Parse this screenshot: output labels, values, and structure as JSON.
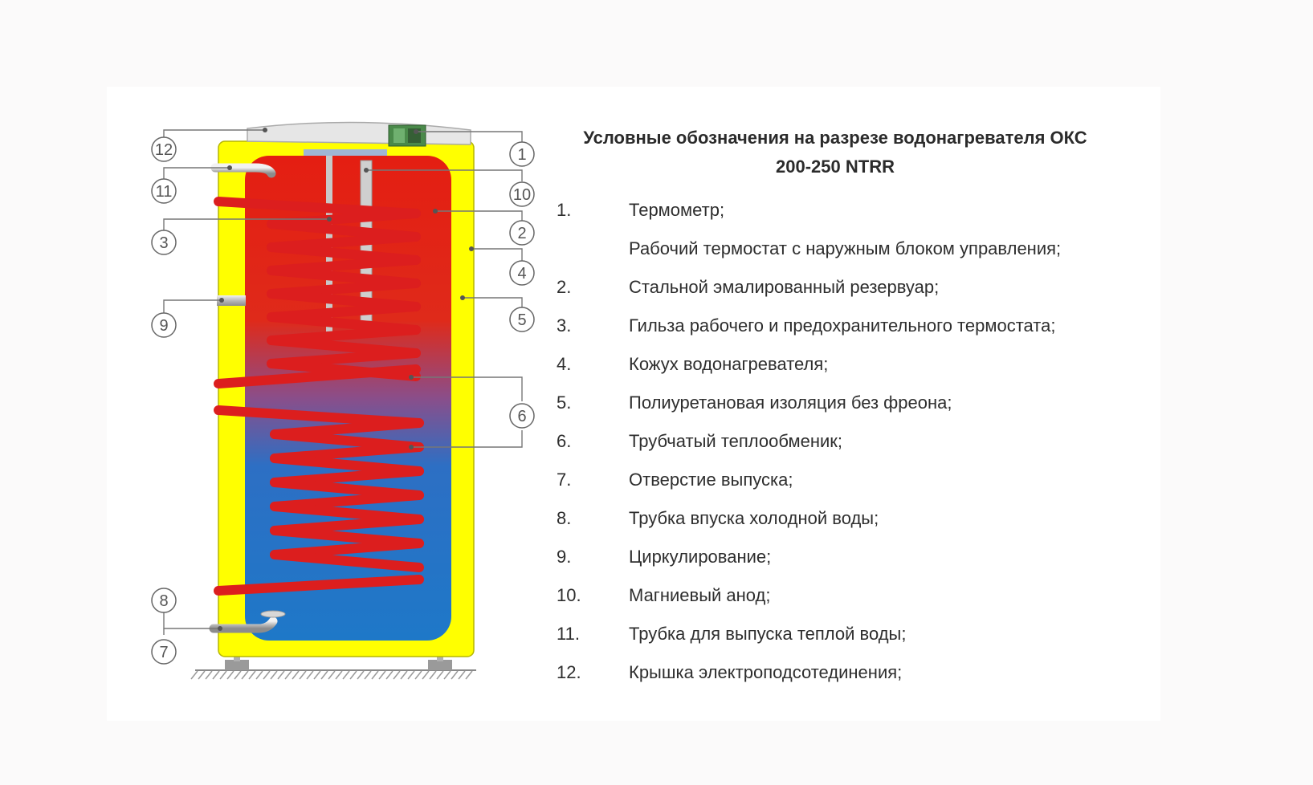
{
  "legend": {
    "title_line1": "Условные обозначения на разрезе водонагревателя ОКС",
    "title_line2": "200-250 NTRR",
    "items": [
      {
        "num": "1.",
        "text": "Термометр;"
      },
      {
        "num": "",
        "text": "Рабочий термостат с наружным блоком управления;"
      },
      {
        "num": "2.",
        "text": "Стальной эмалированный резервуар;"
      },
      {
        "num": "3.",
        "text": "Гильза рабочего и предохранительного термостата;"
      },
      {
        "num": "4.",
        "text": "Кожух водонагревателя;"
      },
      {
        "num": "5.",
        "text": "Полиуретановая изоляция без фреона;"
      },
      {
        "num": "6.",
        "text": "Трубчатый теплообменик;"
      },
      {
        "num": "7.",
        "text": "Отверстие выпуска;"
      },
      {
        "num": "8.",
        "text": "Трубка впуска холодной воды;"
      },
      {
        "num": "9.",
        "text": "Циркулирование;"
      },
      {
        "num": "10.",
        "text": "Магниевый анод;"
      },
      {
        "num": "11.",
        "text": "Трубка для выпуска теплой воды;"
      },
      {
        "num": "12.",
        "text": "Крышка электроподсотединения;"
      }
    ]
  },
  "callouts": {
    "c1": "1",
    "c2": "2",
    "c3": "3",
    "c4": "4",
    "c5": "5",
    "c6": "6",
    "c7": "7",
    "c8": "8",
    "c9": "9",
    "c10": "10",
    "c11": "11",
    "c12": "12"
  },
  "colors": {
    "casing": "#ffff00",
    "tank_hot": "#e61e14",
    "tank_cold": "#1e78c8",
    "coil": "#dc1e1e",
    "lid": "#e6e6e6",
    "leader": "#777777"
  }
}
